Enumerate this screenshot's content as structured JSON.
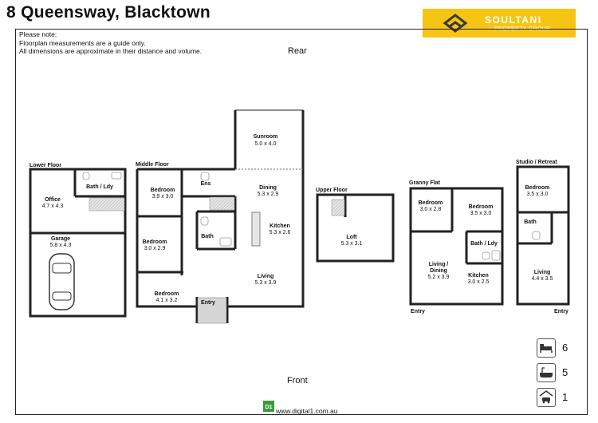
{
  "header": {
    "address": "8 Queensway, Blacktown"
  },
  "brand": {
    "name": "SOULTANI",
    "tagline": "PROPERTY GROUP",
    "accent": "#f6c514"
  },
  "notes": [
    "Please note:",
    "Floorplan measurements are a guide only.",
    "All dimensions are approximate in their distance and volume."
  ],
  "orientation": {
    "rear": "Rear",
    "front": "Front"
  },
  "sections": {
    "lower": "Lower Floor",
    "middle": "Middle Floor",
    "upper": "Upper Floor",
    "granny": "Granny Flat",
    "studio": "Studio / Retreat"
  },
  "rooms": {
    "office": {
      "name": "Office",
      "dim": "4.7 x 4.3"
    },
    "bath_ldy": {
      "name": "Bath / Ldy"
    },
    "garage": {
      "name": "Garage",
      "dim": "5.8 x 4.3"
    },
    "bed_m1": {
      "name": "Bedroom",
      "dim": "3.9 x 3.0"
    },
    "ens": {
      "name": "Ens"
    },
    "bath_m": {
      "name": "Bath"
    },
    "bed_m2": {
      "name": "Bedroom",
      "dim": "3.0 x 2.9"
    },
    "bed_m3": {
      "name": "Bedroom",
      "dim": "4.1 x 3.2"
    },
    "entry_m": {
      "name": "Entry"
    },
    "sunroom": {
      "name": "Sunroom",
      "dim": "5.0 x 4.0"
    },
    "dining": {
      "name": "Dining",
      "dim": "5.3 x 2.9"
    },
    "kitchen": {
      "name": "Kitchen",
      "dim": "5.3 x 2.6"
    },
    "living": {
      "name": "Living",
      "dim": "5.3 x 3.9"
    },
    "loft": {
      "name": "Loft",
      "dim": "5.3 x 3.1"
    },
    "bed_g1": {
      "name": "Bedroom",
      "dim": "3.0 x 2.8"
    },
    "bed_g2": {
      "name": "Bedroom",
      "dim": "3.5 x 3.0"
    },
    "bath_ldy_g": {
      "name": "Bath / Ldy"
    },
    "living_dining_g": {
      "name1": "Living /",
      "name2": "Dining",
      "dim": "5.2 x 3.9"
    },
    "kitchen_g": {
      "name": "Kitchen",
      "dim": "3.0 x 2.5"
    },
    "entry_g": {
      "name": "Entry"
    },
    "bed_s": {
      "name": "Bedroom",
      "dim": "3.5 x 3.0"
    },
    "bath_s": {
      "name": "Bath"
    },
    "living_s": {
      "name": "Living",
      "dim": "4.4 x 3.5"
    },
    "entry_s": {
      "name": "Entry"
    }
  },
  "stats": [
    {
      "icon": "bed-icon",
      "value": "6"
    },
    {
      "icon": "bath-icon",
      "value": "5"
    },
    {
      "icon": "garage-icon",
      "value": "1"
    }
  ],
  "footer": {
    "website": "www.digital1.com.au",
    "logo_text": "D1"
  }
}
